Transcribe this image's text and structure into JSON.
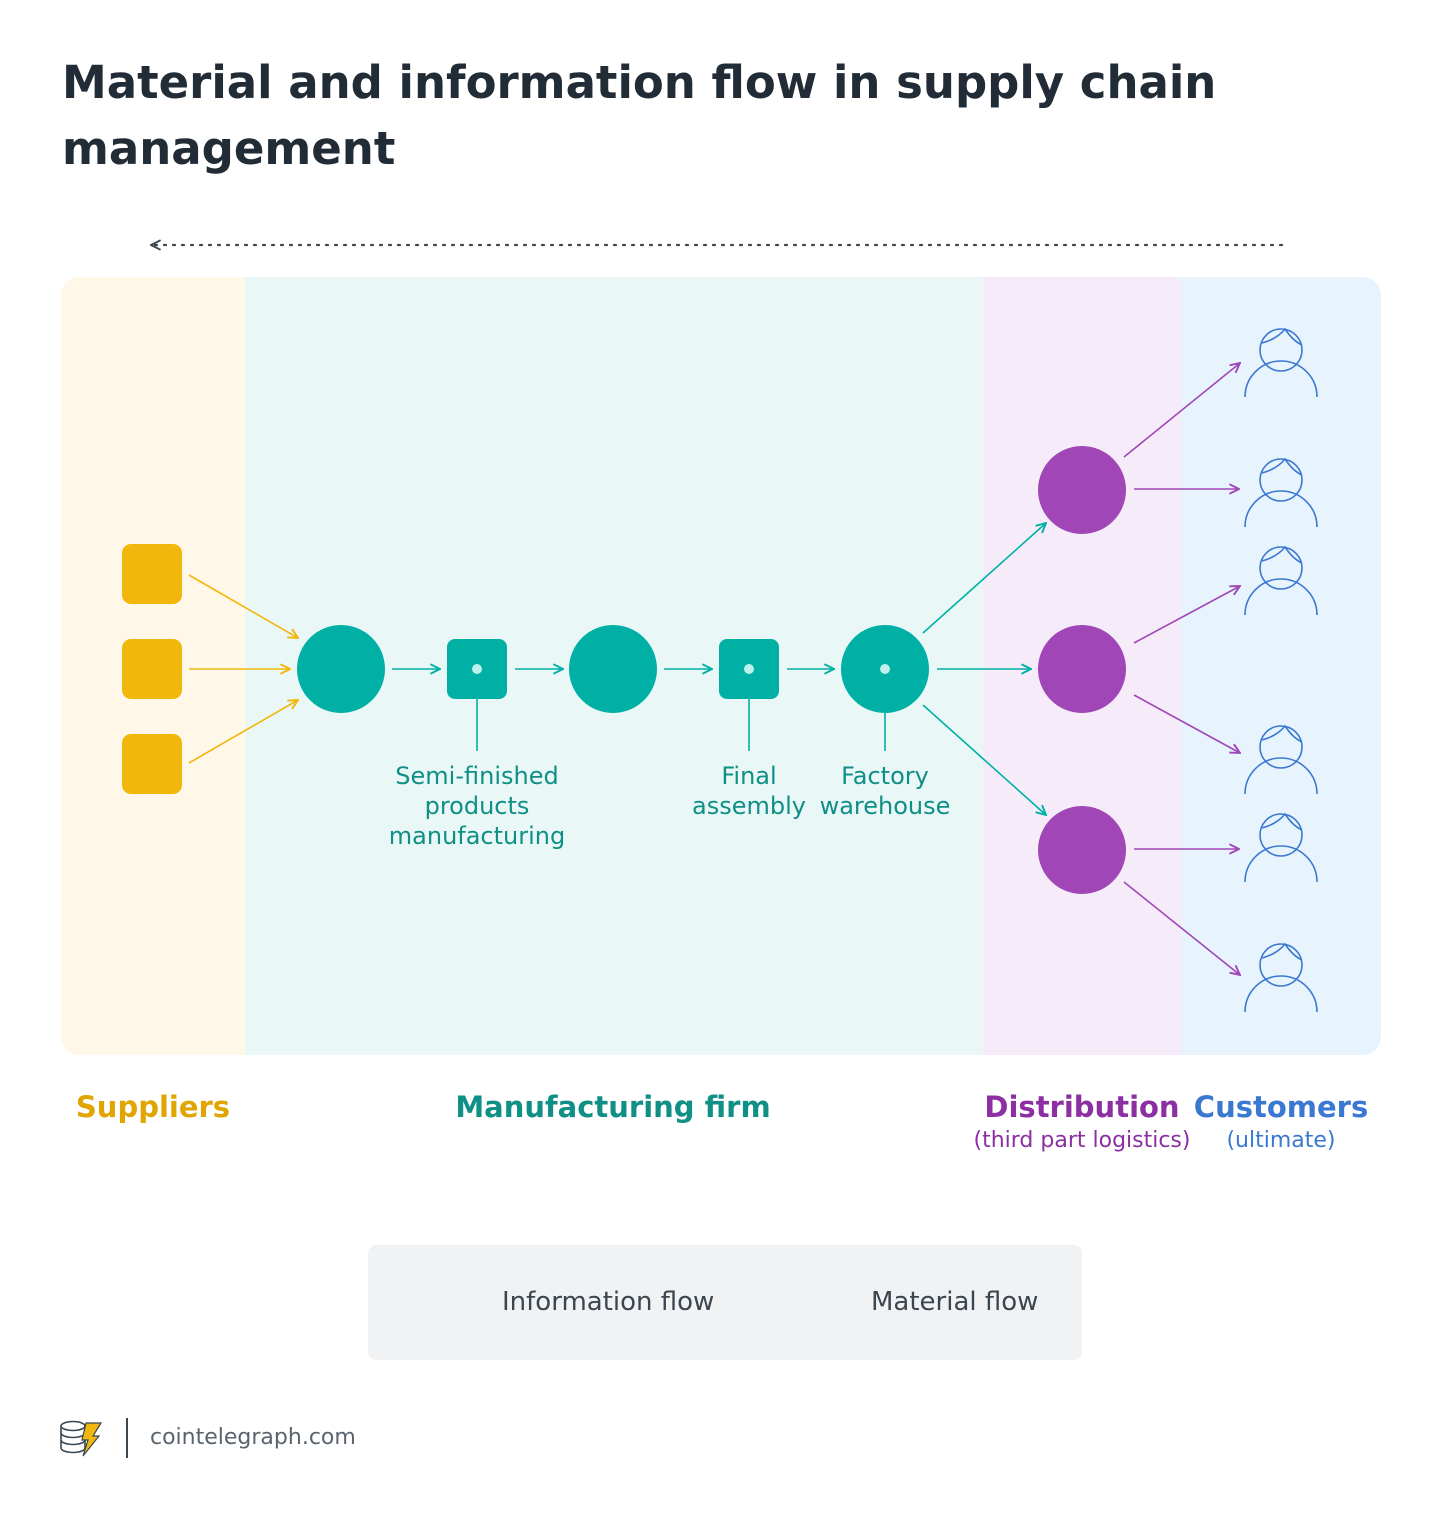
{
  "title": "Material and information flow in supply chain management",
  "colors": {
    "suppliers": "#f2b70c",
    "manufacturing": "#00b0a5",
    "distribution": "#a046b7",
    "customers": "#3a78d2",
    "information_arrow": "#3c4650"
  },
  "stages": {
    "semi_finished": "Semi-finished products manufacturing",
    "final_assembly": "Final assembly",
    "factory_warehouse": "Factory warehouse"
  },
  "sections": {
    "suppliers": "Suppliers",
    "manufacturing": "Manufacturing firm",
    "distribution": "Distribution",
    "distribution_sub": "(third part logistics)",
    "customers": "Customers",
    "customers_sub": "(ultimate)"
  },
  "legend": {
    "information": "Information flow",
    "material": "Material flow"
  },
  "footer": {
    "site": "cointelegraph.com",
    "logo_icon": "cointelegraph-logo-icon"
  }
}
